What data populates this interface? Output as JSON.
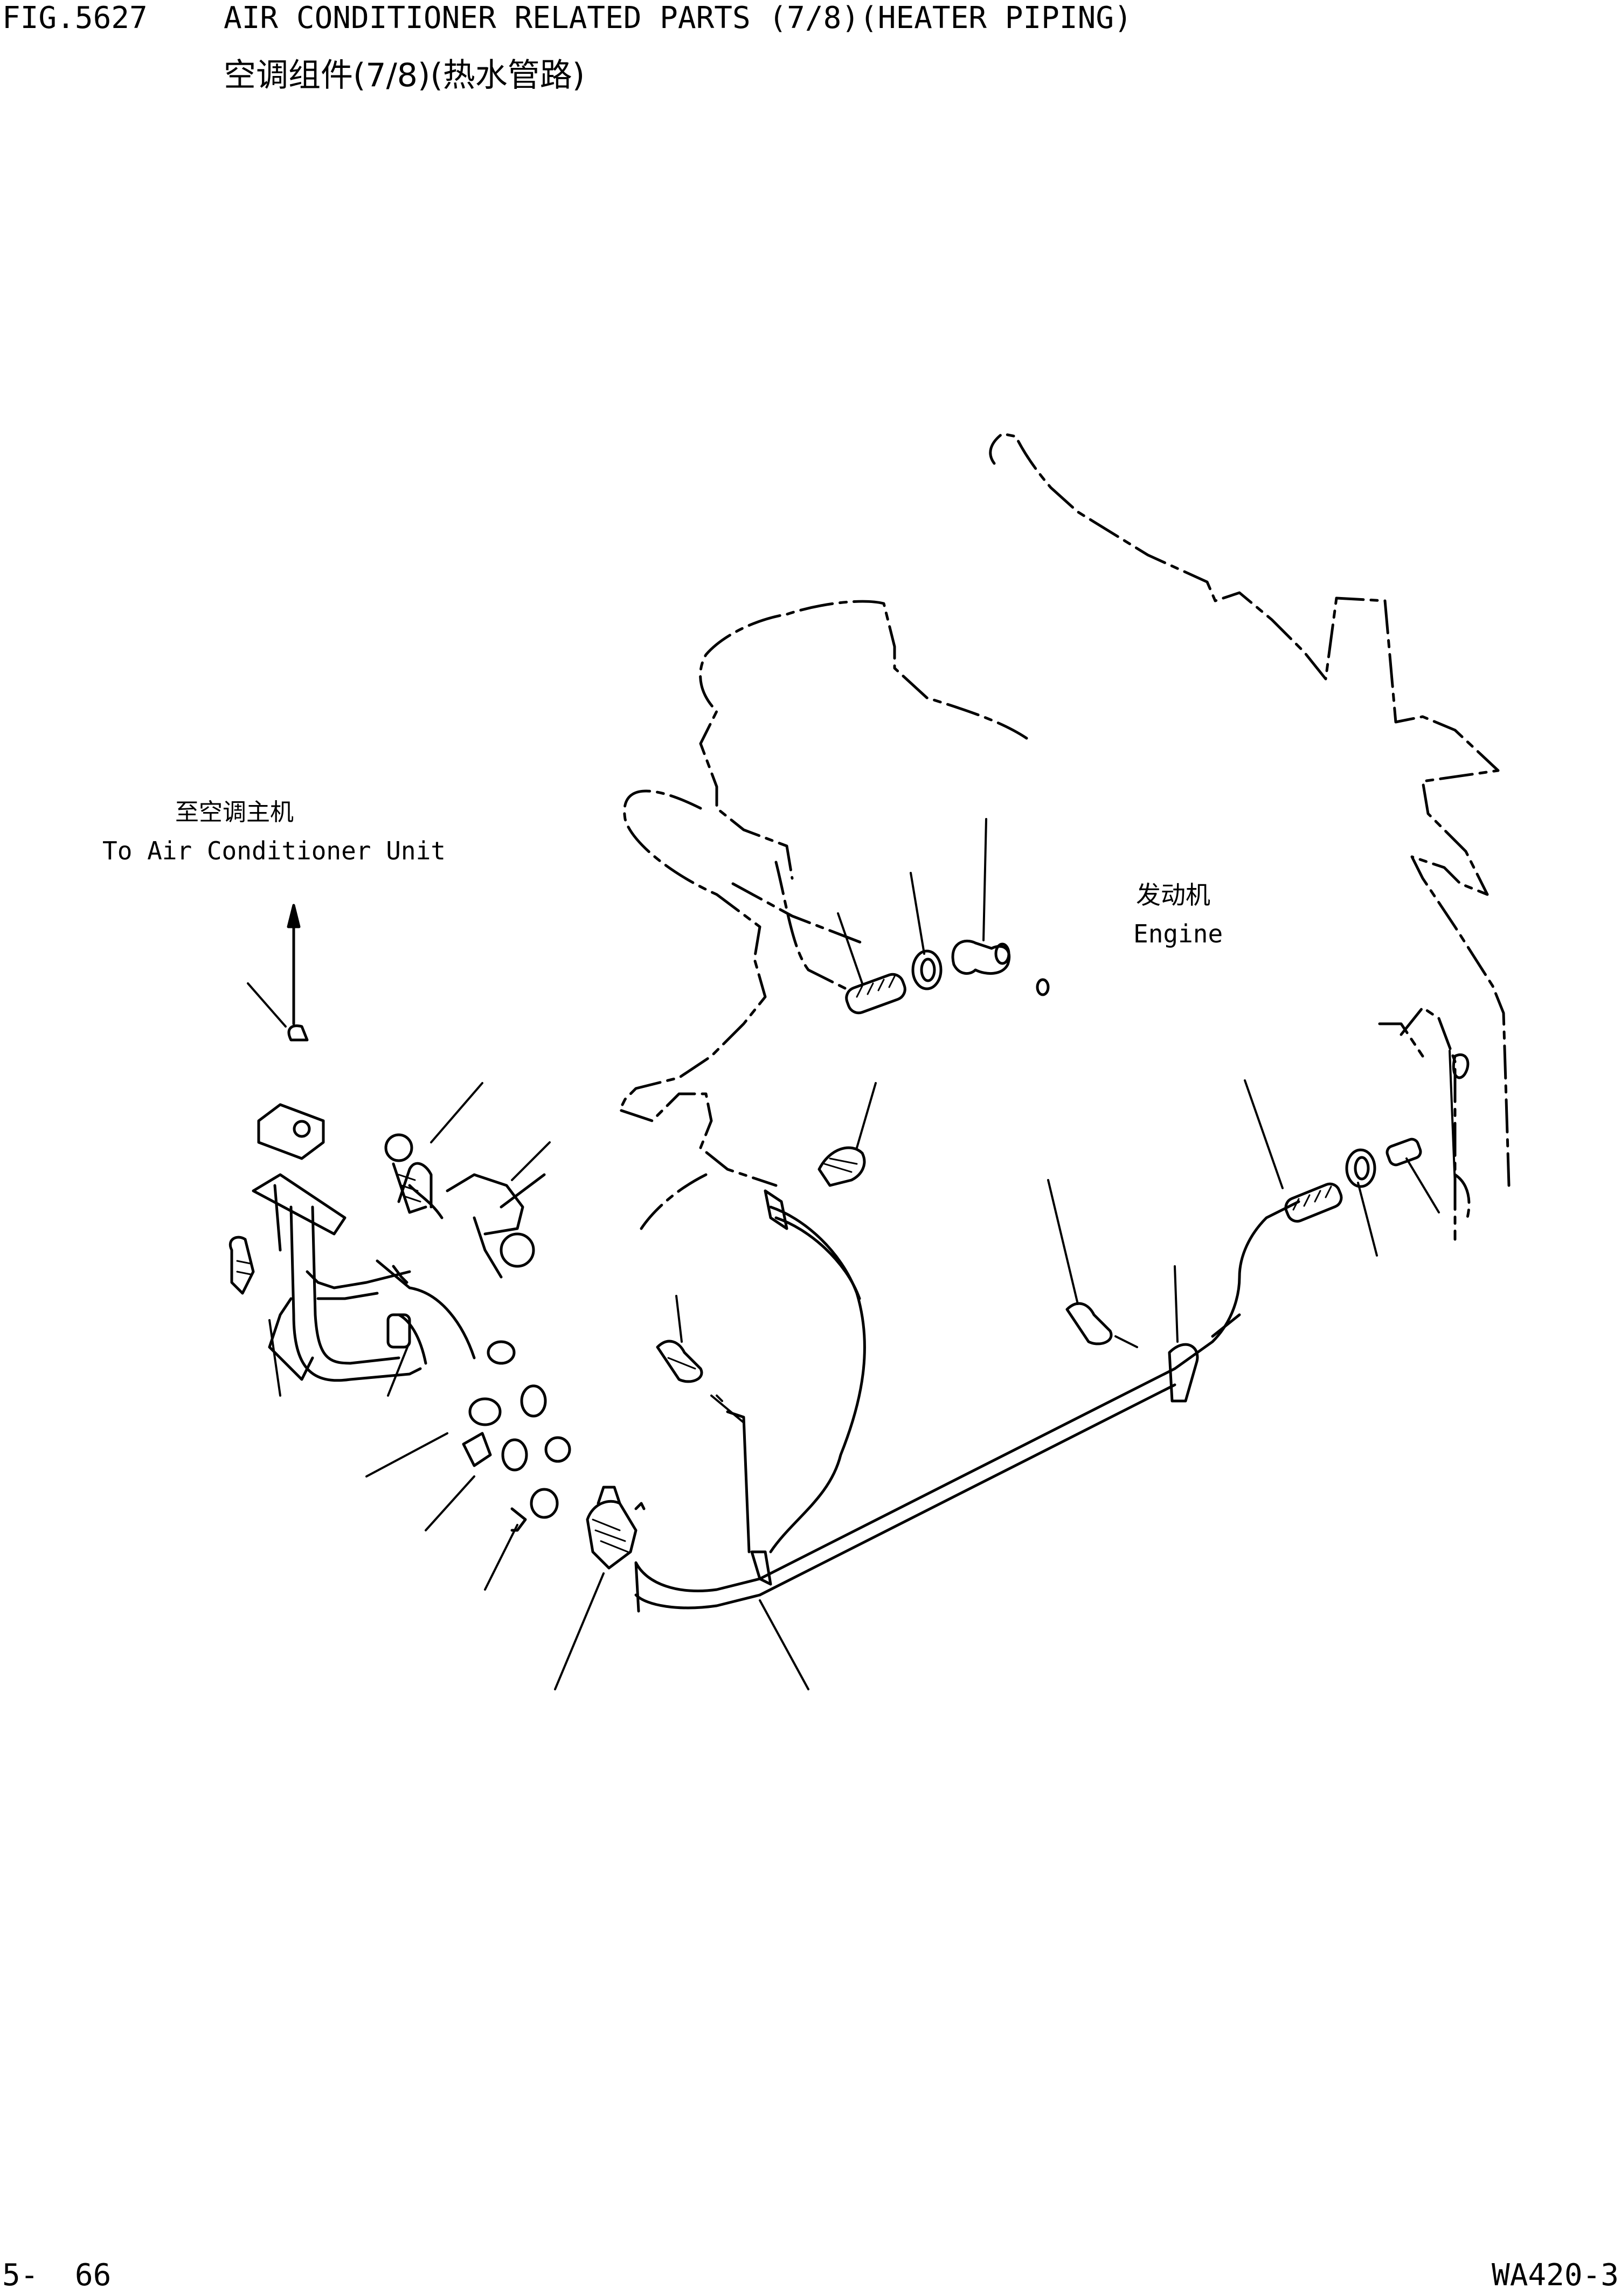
{
  "header": {
    "fig_no": "FIG.5627",
    "title_en": "AIR CONDITIONER RELATED PARTS (7/8)(HEATER PIPING)",
    "title_cn": "空调组件(7/8)(热水管路)"
  },
  "labels": {
    "ac_unit_cn": "至空调主机",
    "ac_unit_en": "To Air Conditioner Unit",
    "engine_cn": "发动机",
    "engine_en": "Engine"
  },
  "footer": {
    "page": "5-  66",
    "model": "WA420-3"
  },
  "icons": [
    "flow-arrow-icon"
  ]
}
